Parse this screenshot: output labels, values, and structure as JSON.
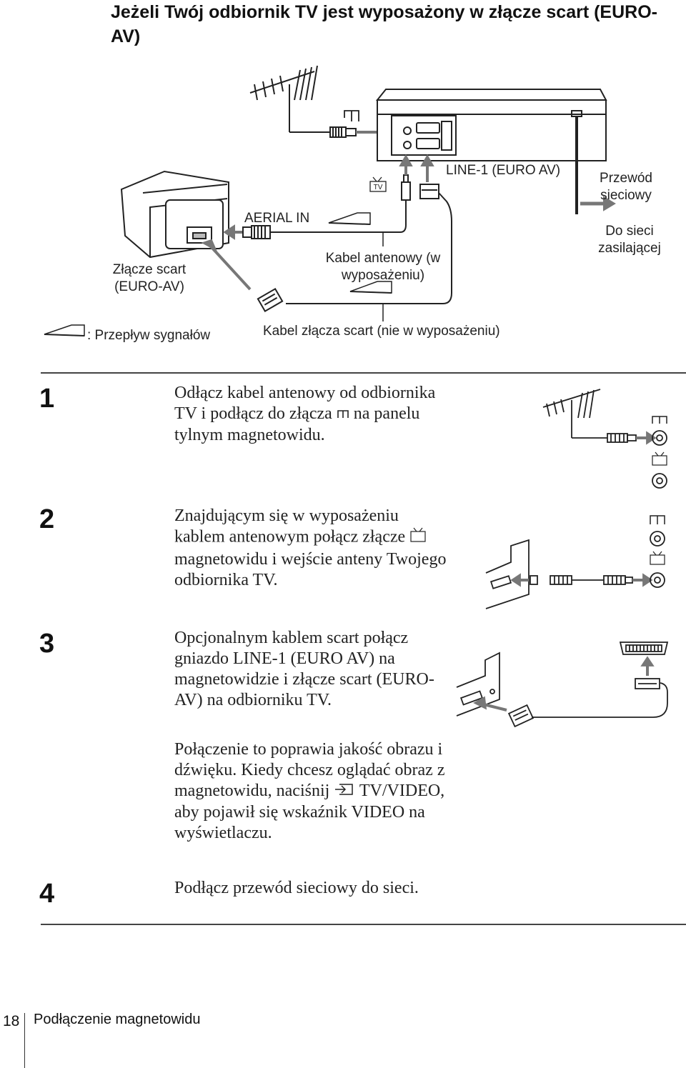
{
  "title": "Jeżeli Twój odbiornik TV jest wyposażony w złącze scart (EURO-AV)",
  "diagram": {
    "aerial_in": "AERIAL IN",
    "line1": "LINE-1 (EURO AV)",
    "power_cord": "Przewód sieciowy",
    "to_mains": "Do sieci zasilającej",
    "scart_tv": "Złącze scart (EURO-AV)",
    "antenna_cable": "Kabel antenowy (w wyposażeniu)",
    "signal_flow": ": Przepływ sygnałów",
    "scart_cable": "Kabel złącza scart (nie w wyposażeniu)",
    "tv_badge": "TV"
  },
  "steps": [
    {
      "num": "1",
      "text_a": "Odłącz kabel antenowy od odbiornika TV i podłącz do złącza",
      "text_b": "na panelu tylnym magnetowidu."
    },
    {
      "num": "2",
      "text_a": "Znajdującym się w wyposażeniu kablem antenowym połącz złącze",
      "text_b": "magnetowidu i wejście anteny Twojego odbiornika TV."
    },
    {
      "num": "3",
      "text": "Opcjonalnym kablem scart połącz gniazdo LINE-1 (EURO AV) na magnetowidzie i złącze scart (EURO-AV) na odbiorniku TV.",
      "note_a": "Połączenie to poprawia jakość obrazu i dźwięku. Kiedy chcesz oglądać obraz z magnetowidu, naciśnij",
      "note_b": "TV/VIDEO, aby pojawił się wskaźnik VIDEO na wyświetlaczu."
    },
    {
      "num": "4",
      "text": "Podłącz przewód sieciowy do sieci."
    }
  ],
  "footer": {
    "page": "18",
    "section": "Podłączenie magnetowidu"
  }
}
